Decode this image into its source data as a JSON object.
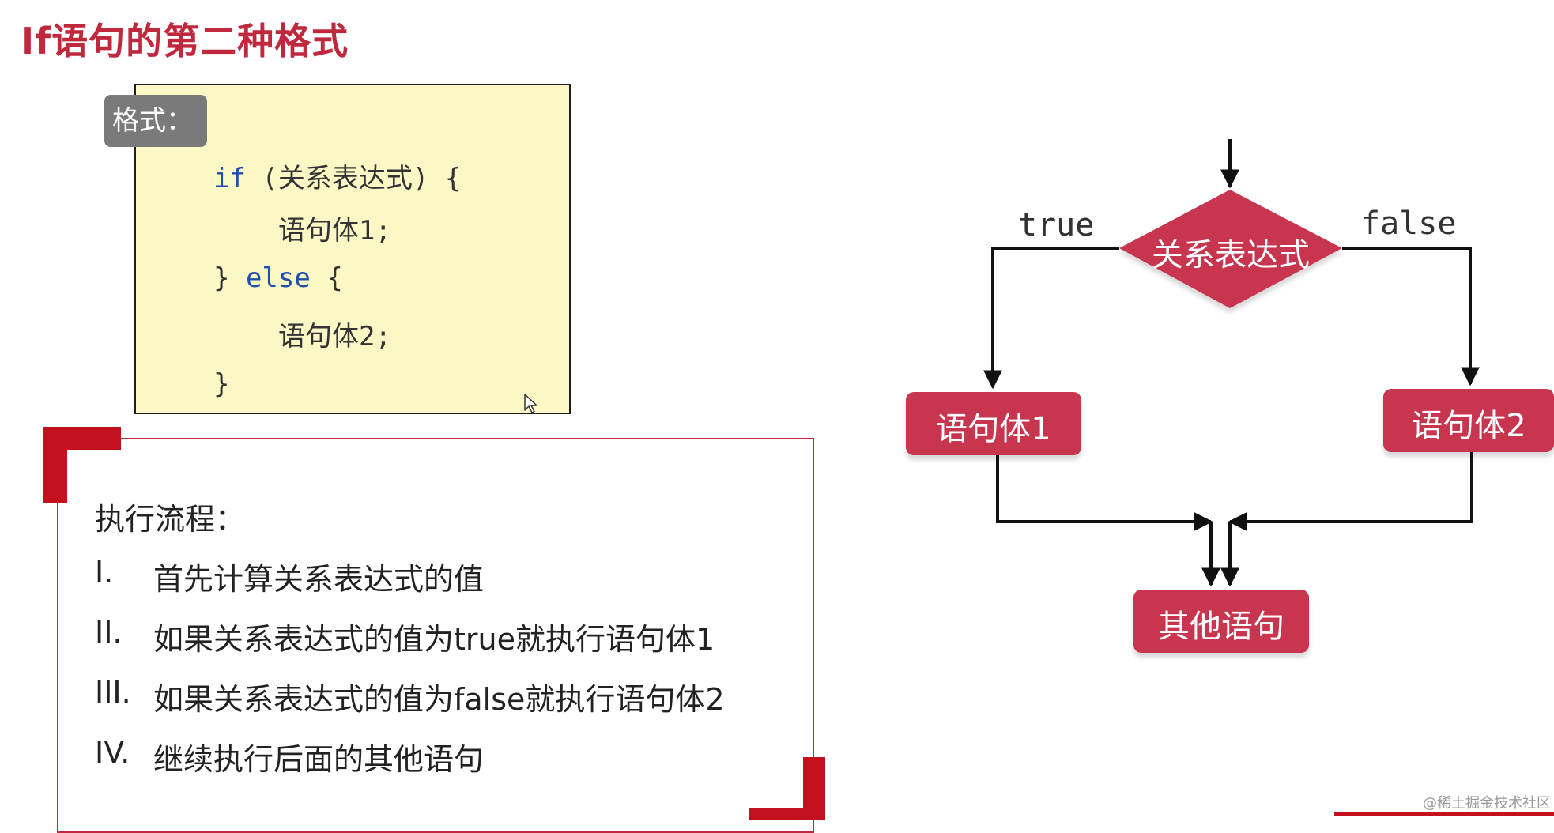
{
  "title": "If语句的第二种格式",
  "format_badge": "格式：",
  "code": {
    "line1_kw": "if",
    "line1_rest": " (关系表达式) {",
    "line2": "语句体1;",
    "line3_open": "} ",
    "line3_kw": "else",
    "line3_rest": " {",
    "line4": "语句体2;",
    "line5": "}"
  },
  "flow": {
    "heading": "执行流程：",
    "steps": [
      {
        "num": "I.",
        "text": "首先计算关系表达式的值"
      },
      {
        "num": "II.",
        "text": "如果关系表达式的值为true就执行语句体1"
      },
      {
        "num": "III.",
        "text": "如果关系表达式的值为false就执行语句体2"
      },
      {
        "num": "IV.",
        "text": "继续执行后面的其他语句"
      }
    ]
  },
  "flowchart": {
    "decision": "关系表达式",
    "true_label": "true",
    "false_label": "false",
    "box1": "语句体1",
    "box2": "语句体2",
    "box3": "其他语句"
  },
  "colors": {
    "accent": "#c0283e",
    "node_fill": "#c8364f",
    "code_bg": "#fbf8c6",
    "keyword": "#1f4fa8"
  },
  "watermark": "@稀土掘金技术社区"
}
